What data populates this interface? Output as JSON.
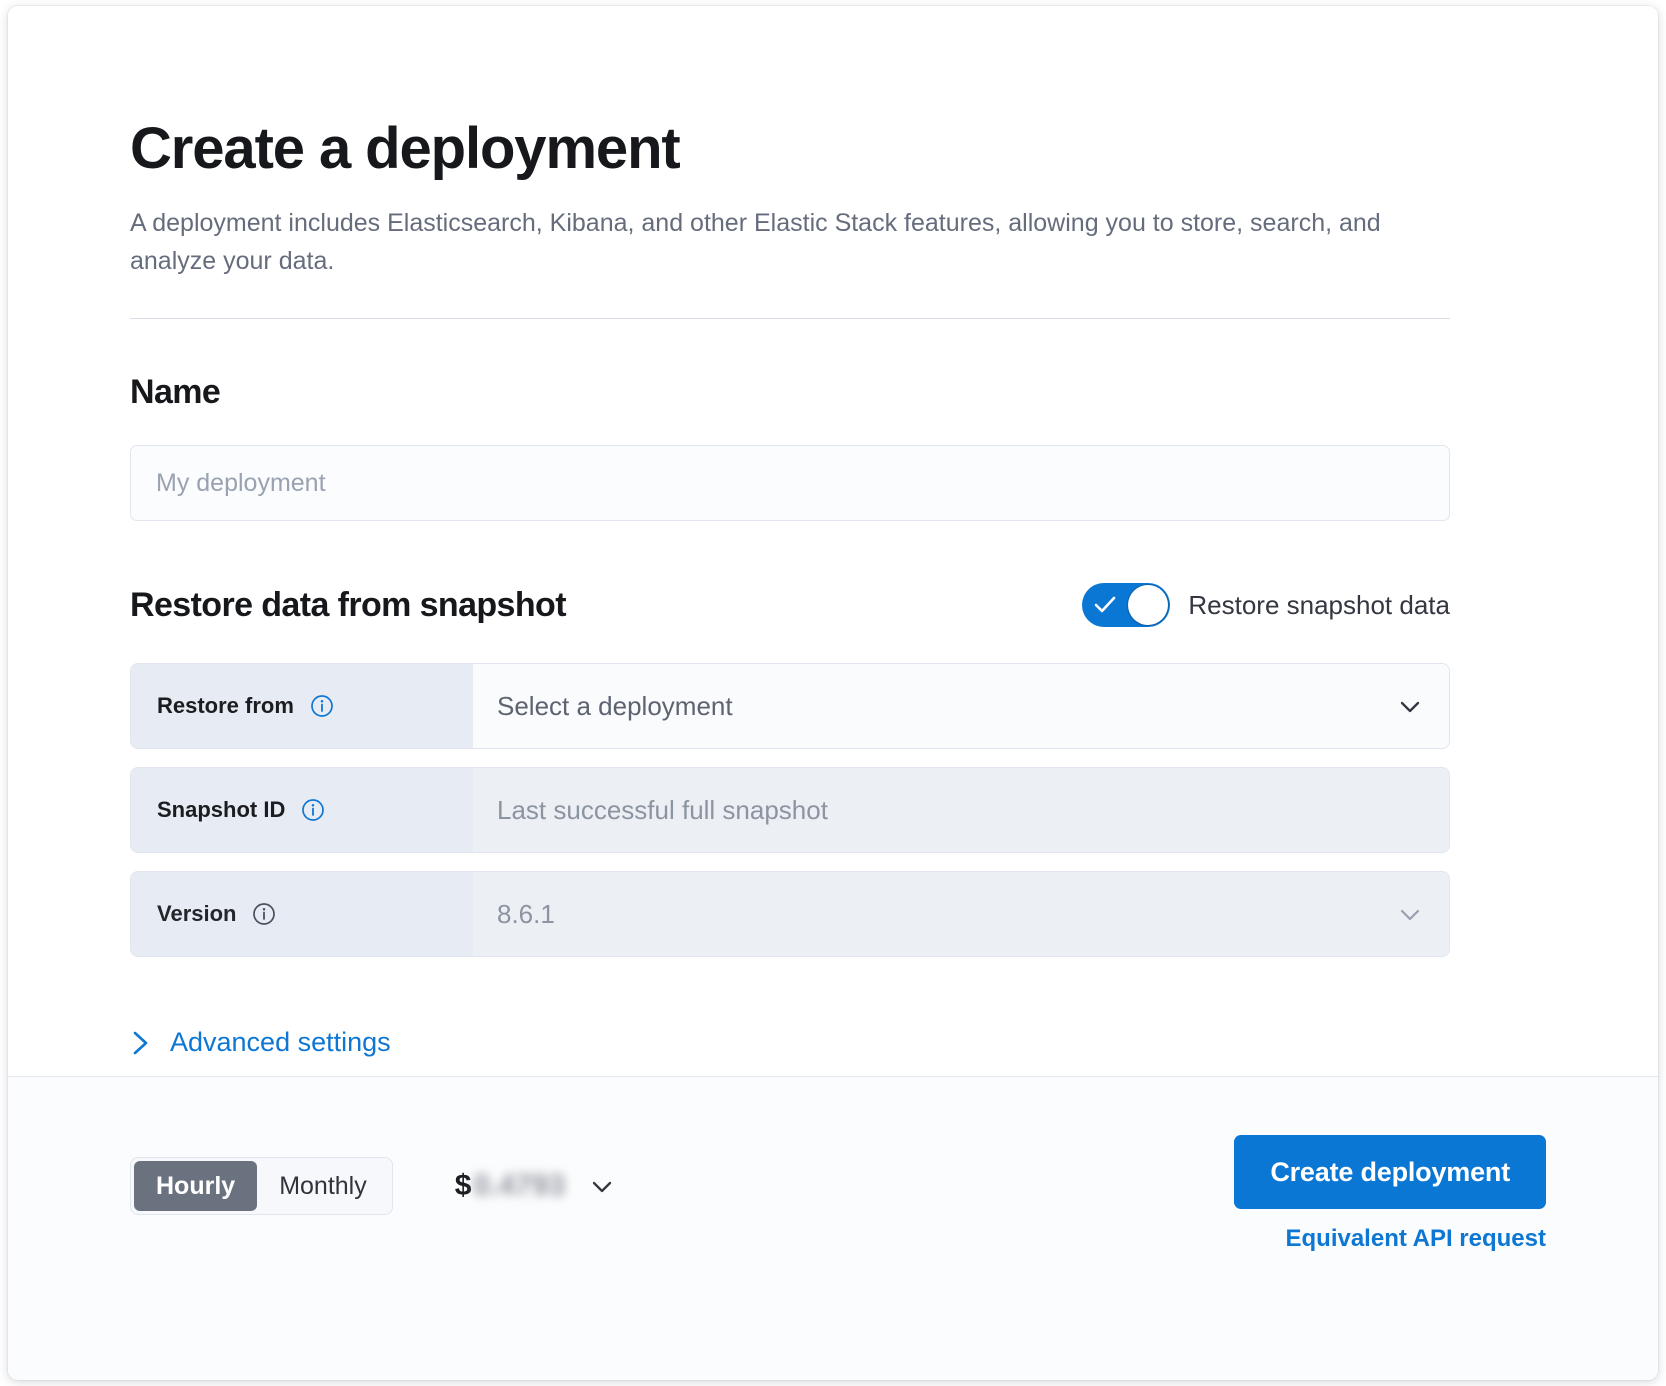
{
  "header": {
    "title": "Create a deployment",
    "description": "A deployment includes Elasticsearch, Kibana, and other Elastic Stack features, allowing you to store, search, and analyze your data."
  },
  "name_section": {
    "heading": "Name",
    "input_placeholder": "My deployment",
    "input_value": ""
  },
  "snapshot_section": {
    "heading": "Restore data from snapshot",
    "toggle_label": "Restore snapshot data",
    "toggle_on": true,
    "rows": [
      {
        "label": "Restore from",
        "value": "Select a deployment",
        "info_icon": "info-circle-icon",
        "info_icon_color": "#0d77d3",
        "chevron": "chevron-down-icon",
        "disabled": false
      },
      {
        "label": "Snapshot ID",
        "value": "Last successful full snapshot",
        "info_icon": "info-circle-icon",
        "info_icon_color": "#0d77d3",
        "chevron": "",
        "disabled": true
      },
      {
        "label": "Version",
        "value": "8.6.1",
        "info_icon": "info-circle-icon",
        "info_icon_color": "#4a4f59",
        "chevron": "chevron-down-icon",
        "disabled": true
      }
    ],
    "advanced_label": "Advanced settings",
    "advanced_icon": "chevron-right-icon"
  },
  "footer": {
    "billing_options": [
      "Hourly",
      "Monthly"
    ],
    "billing_selected": "Hourly",
    "price_currency": "$",
    "price_amount": "0.4793",
    "price_chevron": "chevron-down-icon",
    "create_button": "Create deployment",
    "api_link": "Equivalent API request"
  },
  "colors": {
    "accent_blue": "#0b77d4",
    "link_blue": "#0d77d3",
    "label_bg": "#e7ebf3",
    "text_dark": "#16181c",
    "text_muted": "#656d7d",
    "segment_active_bg": "#6a717f"
  }
}
